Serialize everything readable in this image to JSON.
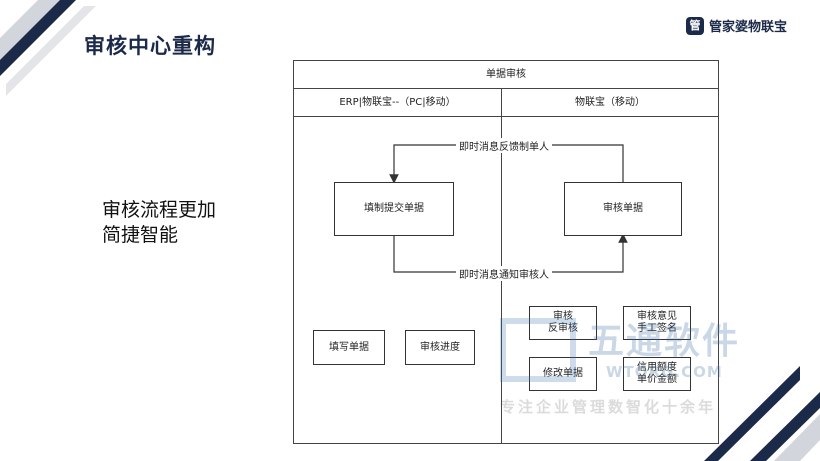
{
  "slide": {
    "title": "审核中心重构",
    "side_text_line1": "审核流程更加",
    "side_text_line2": "简捷智能"
  },
  "brand": {
    "logo_glyph": "管",
    "name": "管家婆物联宝"
  },
  "diagram": {
    "header": "单据审核",
    "lanes": {
      "left": "ERP|物联宝--（PC|移动）",
      "right": "物联宝（移动）"
    },
    "flow": {
      "fill_submit": "填制提交单据",
      "review_doc": "审核单据",
      "feedback_msg": "即时消息反馈制单人",
      "notify_msg": "即时消息通知审核人"
    },
    "left_buttons": {
      "fill_doc": "填写单据",
      "progress": "审核进度"
    },
    "right_buttons": {
      "review": "审核\n反审核",
      "opinion": "审核意见\n手工签名",
      "modify": "修改单据",
      "credit": "信用额度\n单价金额"
    }
  },
  "watermark": {
    "company": "五通软件",
    "url": "WTORG.COM",
    "slogan": "专注企业管理数智化十余年"
  },
  "colors": {
    "navy": "#1c2a4a",
    "stripe_gray": "#c9ccd3"
  }
}
